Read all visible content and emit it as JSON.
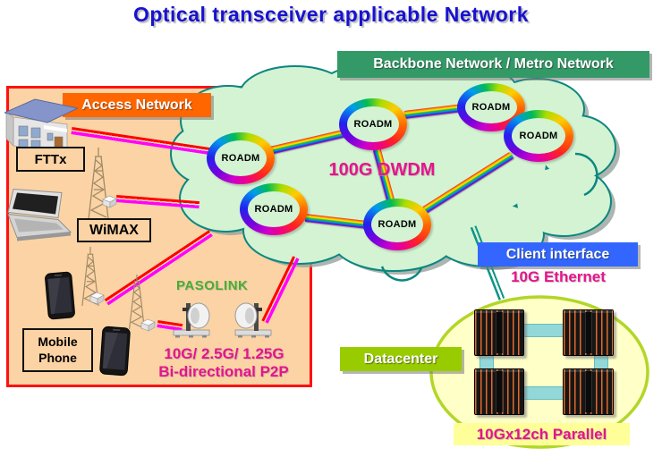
{
  "slide": {
    "title": "Optical transceiver applicable Network"
  },
  "backbone": {
    "label": "Backbone Network / Metro Network",
    "dwdm_label": "100G DWDM",
    "roadm_nodes": [
      {
        "label": "ROADM"
      },
      {
        "label": "ROADM"
      },
      {
        "label": "ROADM"
      },
      {
        "label": "ROADM"
      },
      {
        "label": "ROADM"
      },
      {
        "label": "ROADM"
      }
    ]
  },
  "access": {
    "label": "Access Network",
    "fttx_label": "FTTx",
    "wimax_label": "WiMAX",
    "mobile_phone_label_line1": "Mobile",
    "mobile_phone_label_line2": "Phone",
    "pasolink_label": "PASOLINK",
    "speed_label": "10G/ 2.5G/ 1.25G",
    "p2p_label": "Bi-directional P2P"
  },
  "client": {
    "label": "Client interface",
    "ethernet_label": "10G Ethernet"
  },
  "datacenter": {
    "label": "Datacenter",
    "parallel_label": "10Gx12ch Parallel"
  },
  "colors": {
    "title_blue": "#1812d0",
    "backbone_green": "#339966",
    "access_orange": "#ff6600",
    "access_fill": "#fbd3a4",
    "access_border_red": "#ff1111",
    "cloud_fill": "#d3f3d3",
    "cloud_stroke_teal": "#0d8680",
    "magenta_text": "#e6148c",
    "line_red": "#ff0000",
    "line_magenta": "#ff00ff",
    "client_teal_line": "#0d9488",
    "pasolink_green": "#49ad33",
    "client_blue": "#3366ff",
    "datacenter_label_green": "#99cc00",
    "datacenter_fill": "#ffffc8",
    "datacenter_stroke": "#b2d628",
    "connector_cyan": "#92d8d8"
  },
  "icons": {
    "house-icon": "svg-shape",
    "radio-tower-icon": "svg-shape",
    "laptop-icon": "svg-shape",
    "smartphone-icon": "svg-shape",
    "microwave-antenna-icon": "svg-shape",
    "transceiver-box-icon": "svg-shape",
    "server-rack-icon": "css-shape",
    "cloud-icon": "svg-shape"
  }
}
